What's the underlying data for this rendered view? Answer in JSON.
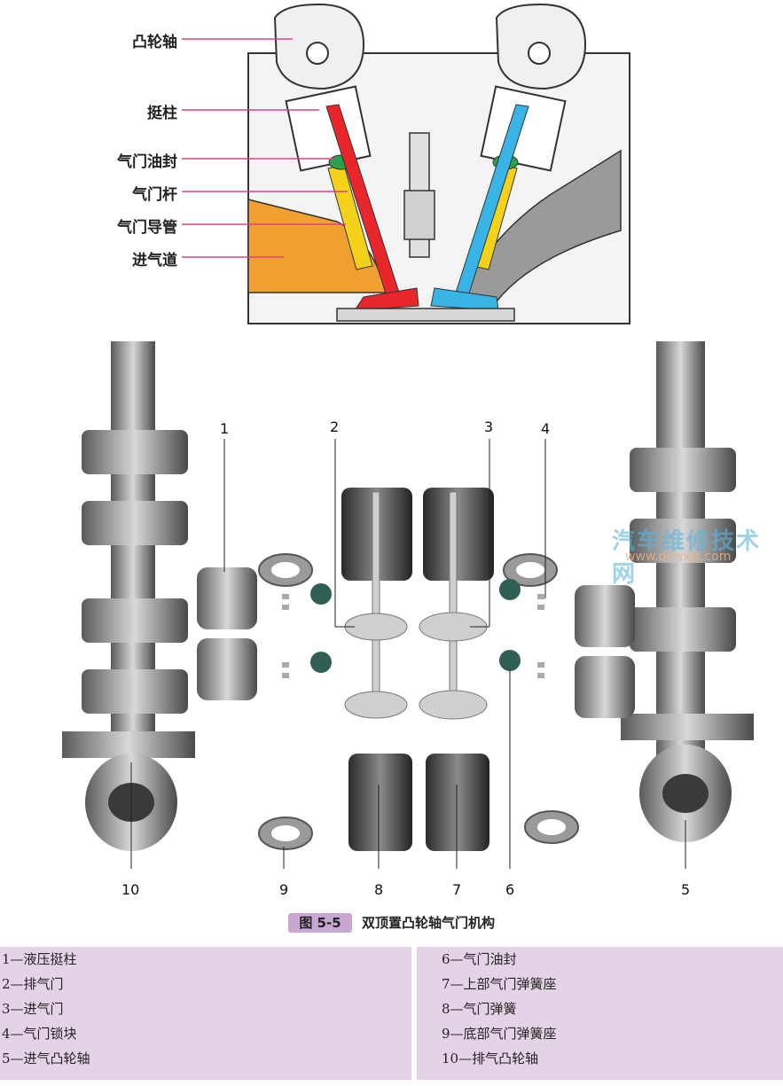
{
  "top_diagram": {
    "labels": [
      "凸轮轴",
      "挺柱",
      "气门油封",
      "气门杆",
      "气门导管",
      "进气道"
    ]
  },
  "photo": {
    "numbers": {
      "n1": "1",
      "n2": "2",
      "n3": "3",
      "n4": "4",
      "n5": "5",
      "n6": "6",
      "n7": "7",
      "n8": "8",
      "n9": "9",
      "n10": "10"
    },
    "watermark": "汽车维修技术网",
    "watermark_url": "www.qcwxjs.com"
  },
  "caption": {
    "figure_no": "图 5-5",
    "title": "双顶置凸轮轴气门机构"
  },
  "legend": {
    "left": [
      "1—液压挺柱",
      "2—排气门",
      "3—进气门",
      "4—气门锁块",
      "5—进气凸轮轴"
    ],
    "right": [
      "6—气门油封",
      "7—上部气门弹簧座",
      "8—气门弹簧",
      "9—底部气门弹簧座",
      "10—排气凸轮轴"
    ]
  },
  "colors": {
    "callout_line": "#e0408a",
    "exhaust_valve": "#e8262b",
    "intake_valve": "#39b4e6",
    "guide": "#f5d21a",
    "seal": "#2aa14a",
    "intake_port": "#f0a030",
    "caption_badge": "#c8a8d3",
    "legend_bg": "#e4d3e6"
  }
}
